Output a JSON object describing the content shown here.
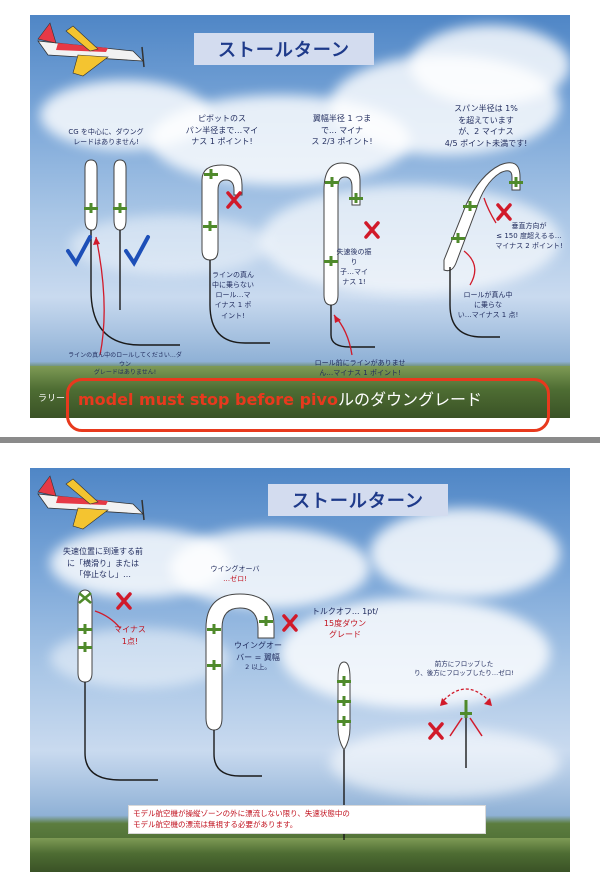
{
  "slide1": {
    "title": "ストールターン",
    "notes": [
      "CG を中心に、ダウング",
      "レードはありません!",
      "ピボットのス",
      "パン半径まで…マイ",
      "ナス 1 ポイント!",
      "翼幅半径 1 つま",
      "で... マイナ",
      "ス 2/3 ポイント!",
      "スパン半径は 1%",
      "を超えています",
      "が、2 マイナス",
      "4/5 ポイント未満です!",
      "ラインの真ん",
      "中に乗らない",
      "ロール…マ",
      "イナス 1 ポ",
      "イント!",
      "失速後の振",
      "り",
      "子…マイ",
      "ナス 1!",
      "垂直方向が",
      "≤ 150 度超えるる…",
      "マイナス 2 ポイント!",
      "ロールが真ん中",
      "に乗らな",
      "い…マイナス 1 点!",
      "ロール前にラインがありませ",
      "ん…マイナス 1 ポイント!",
      "ラインの真ん中のロールしてください…ダウン",
      "グレードはありません!"
    ],
    "side_label": "ラリー",
    "banner_red": "model must stop before pivo",
    "banner_white": "ルのダウングレード"
  },
  "slide2": {
    "title": "ストールターン",
    "notes": [
      "失速位置に到達する前",
      "に「横滑り」または",
      "「停止なし」…",
      "マイナス",
      "1点!",
      "ウイングオーバ",
      "…ゼロ!",
      "ウイングオー",
      "バー = 翼幅",
      "2 以上。",
      "トルクオフ... 1pt/",
      "15度ダウン",
      "グレード",
      "前方にフロップした",
      "り、後方にフロップしたり…ゼロ!"
    ],
    "footnote_1": "モデル航空機が操縦ゾーンの外に漂流しない限り、失速状態中の",
    "footnote_2": "モデル航空機の漂流は無視する必要があります。"
  },
  "colors": {
    "accent_red": "#e8391d",
    "check_blue": "#1d4fb8",
    "plane_green": "#4f8a2b",
    "title_blue": "#1e3a8a"
  },
  "icons": [
    "airplane-logo-icon",
    "check-icon",
    "cross-icon",
    "plane-icon"
  ]
}
